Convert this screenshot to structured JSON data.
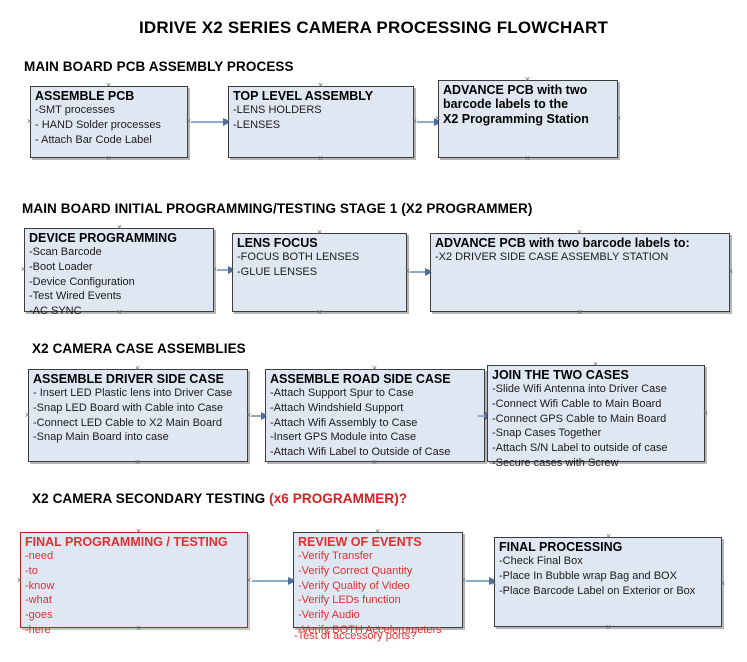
{
  "title": "IDRIVE X2  SERIES CAMERA PROCESSING FLOWCHART",
  "colors": {
    "box_fill": "#dfe7f3",
    "box_border": "#3d3d3d",
    "accent_red": "#e23030",
    "connector": "#8fa9c6",
    "arrowhead": "#4a6fa5",
    "text": "#000000"
  },
  "sections": [
    {
      "heading": "MAIN BOARD PCB ASSEMBLY PROCESS",
      "heading_accent": "",
      "boxes": [
        {
          "header": "ASSEMBLE PCB",
          "lines": [
            "-SMT processes",
            "- HAND Solder processes",
            "- Attach Bar Code Label"
          ]
        },
        {
          "header": "TOP LEVEL ASSEMBLY",
          "lines": [
            "-LENS HOLDERS",
            "-LENSES"
          ]
        },
        {
          "header": "ADVANCE PCB with two",
          "lines": [
            "barcode labels to the",
            " X2 Programming Station"
          ]
        }
      ]
    },
    {
      "heading": "MAIN BOARD INITIAL PROGRAMMING/TESTING STAGE 1 (X2 PROGRAMMER)",
      "heading_accent": "",
      "boxes": [
        {
          "header": "DEVICE PROGRAMMING",
          "lines": [
            "-Scan Barcode",
            "-Boot Loader",
            "-Device Configuration",
            "-Test Wired Events",
            "-AC SYNC"
          ]
        },
        {
          "header": "LENS FOCUS",
          "lines": [
            "-FOCUS BOTH LENSES",
            "-GLUE LENSES"
          ]
        },
        {
          "header": "ADVANCE PCB with two barcode labels to:",
          "lines": [
            "-X2 DRIVER  SIDE  CASE  ASSEMBLY STATION"
          ]
        }
      ]
    },
    {
      "heading": "X2 CAMERA CASE ASSEMBLIES",
      "heading_accent": "",
      "boxes": [
        {
          "header": "ASSEMBLE DRIVER SIDE CASE",
          "lines": [
            "- Insert LED Plastic lens into Driver Case",
            "-Snap LED Board with Cable into Case",
            "-Connect LED Cable to X2 Main Board",
            "-Snap Main Board into case"
          ]
        },
        {
          "header": "ASSEMBLE ROAD SIDE CASE",
          "lines": [
            "-Attach Support Spur to Case",
            "-Attach Windshield Support",
            "-Attach Wifi Assembly to Case",
            "-Insert GPS Module into Case",
            "-Attach Wifi Label to Outside of Case"
          ]
        },
        {
          "header": "JOIN THE TWO CASES",
          "lines": [
            "-Slide Wifi Antenna into Driver Case",
            "-Connect Wifi Cable to Main Board",
            "-Connect GPS Cable to Main Board",
            "-Snap Cases Together",
            "-Attach S/N Label to outside of case",
            "-Secure cases with Screw"
          ]
        }
      ]
    },
    {
      "heading": "X2 CAMERA SECONDARY TESTING ",
      "heading_accent": "(x6 PROGRAMMER)?",
      "boxes": [
        {
          "header": "FINAL PROGRAMMING / TESTING",
          "lines": [
            "-need",
            "-to",
            "-know",
            "-what",
            "-goes",
            "-here"
          ]
        },
        {
          "header": "REVIEW OF EVENTS",
          "lines": [
            "-Verify Transfer",
            "-Verify Correct Quantity",
            "-Verify Quality of Video",
            "-Verify LEDs function",
            "-Verify Audio",
            "-Verify BOTH Accelerometers",
            "-Test of accessory ports?"
          ]
        },
        {
          "header": "FINAL PROCESSING",
          "lines": [
            " -Check Final Box",
            "-Place In Bubble wrap Bag and BOX",
            "-Place Barcode Label on Exterior or Box"
          ]
        }
      ]
    }
  ]
}
